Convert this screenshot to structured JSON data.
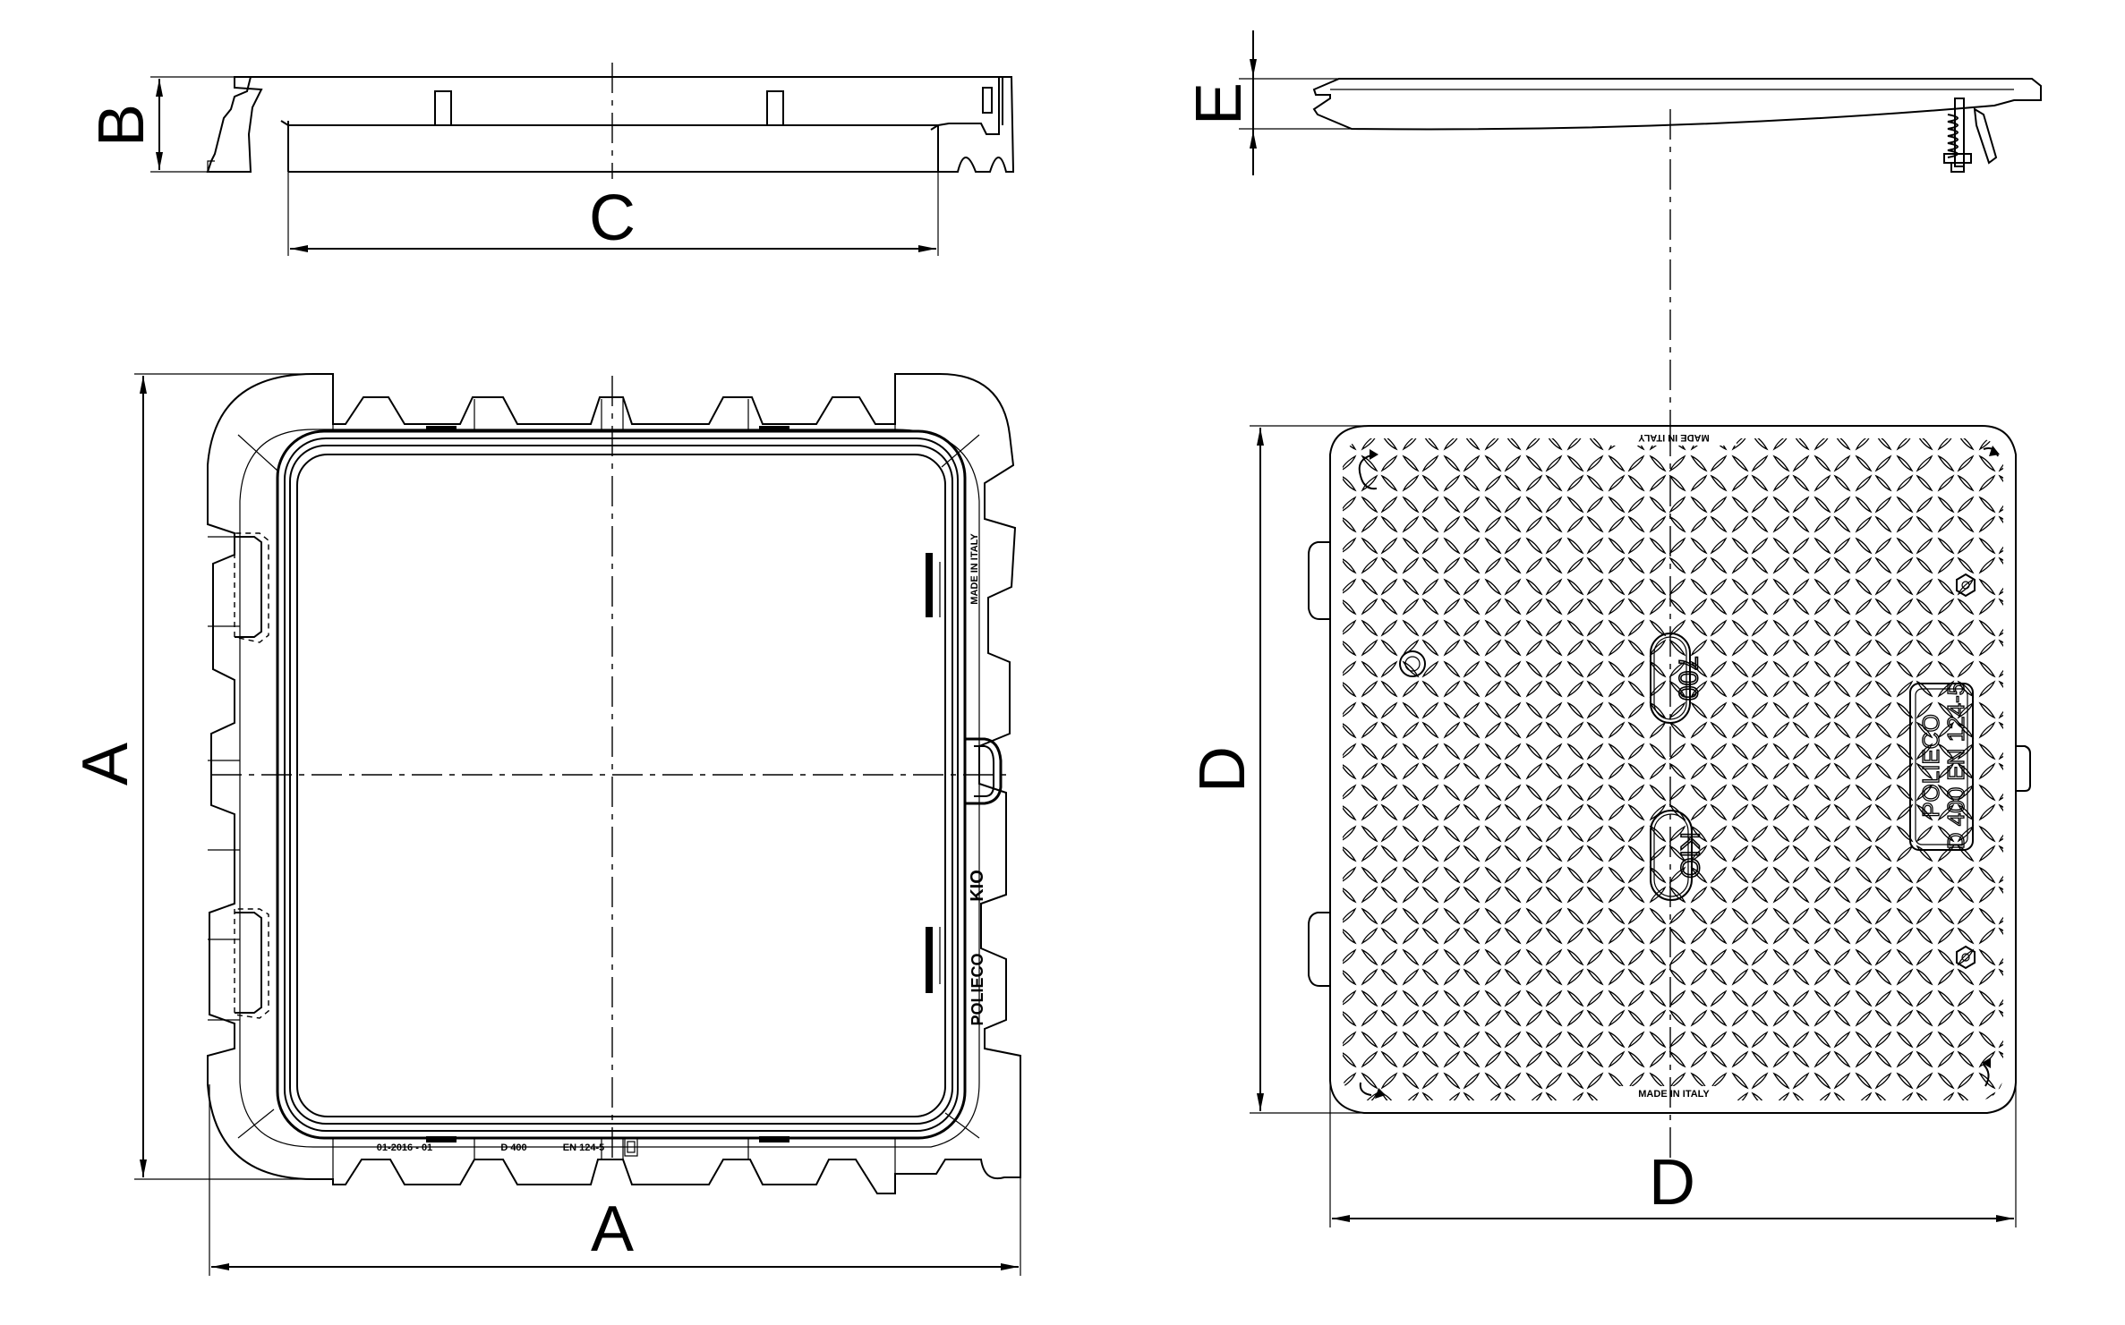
{
  "dimensions": {
    "a_vertical": "A",
    "a_horizontal": "A",
    "b": "B",
    "c": "C",
    "d_vertical": "D",
    "d_horizontal": "D",
    "e": "E"
  },
  "frame_markings": {
    "made_in_italy": "MADE IN ITALY",
    "date_code": "01-2016  -  01",
    "load_class": "D 400",
    "standard": "EN 124-5",
    "brand": "POLIECO",
    "brand_logo": "KIO"
  },
  "cover_markings": {
    "made_in_italy_top": "MADE IN ITALY",
    "made_in_italy_bottom": "MADE IN ITALY",
    "size": "700",
    "brand_logo": "KIO",
    "brand": "POLIECO",
    "class_standard": "D 400 EN 124-5"
  },
  "colors": {
    "ink": "#000000",
    "paper": "#ffffff"
  }
}
